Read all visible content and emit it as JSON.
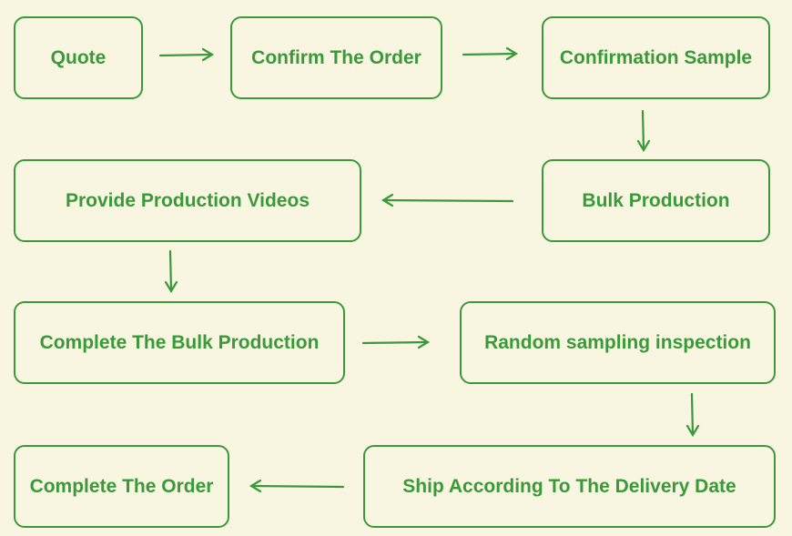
{
  "steps": {
    "quote": "Quote",
    "confirm_order": "Confirm The Order",
    "confirmation_sample": "Confirmation Sample",
    "bulk_production": "Bulk Production",
    "production_videos": "Provide Production Videos",
    "complete_bulk": "Complete The Bulk Production",
    "random_inspection": "Random sampling inspection",
    "ship": "Ship According To The Delivery Date",
    "complete_order": "Complete The Order"
  },
  "colors": {
    "accent": "#3a9a3a",
    "background": "#f8f5e0"
  }
}
